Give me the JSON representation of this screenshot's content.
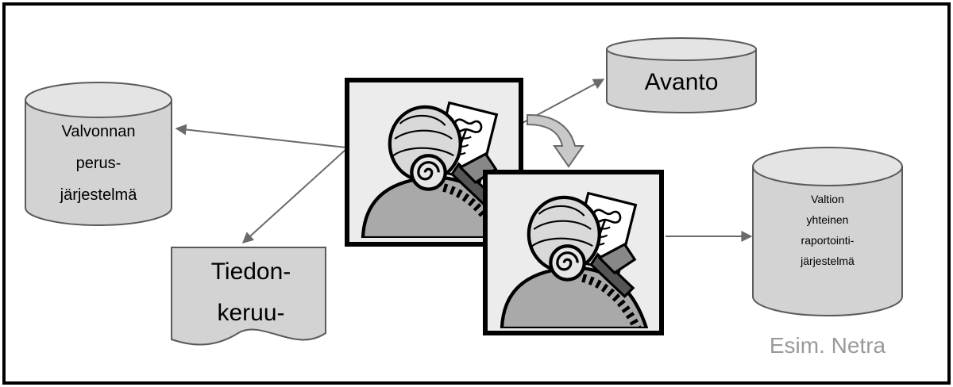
{
  "nodes": {
    "valvonnan": {
      "lines": [
        "Valvonnan",
        "perus-",
        "järjestelmä"
      ]
    },
    "avanto": {
      "label": "Avanto"
    },
    "valtion": {
      "lines": [
        "Valtion",
        "yhteinen",
        "raportointi-",
        "järjestelmä"
      ]
    },
    "tiedonkeruu": {
      "lines": [
        "Tiedon-",
        "keruu-"
      ]
    }
  },
  "caption": {
    "text": "Esim. Netra"
  },
  "colors": {
    "shape_fill": "#d3d3d3",
    "shape_stroke": "#5a5a5a",
    "arrow": "#6a6a6a",
    "caption": "#9a9a9a",
    "frame": "#000000"
  },
  "icons": [
    "person-with-document-clipart",
    "person-with-document-clipart",
    "curved-block-arrow"
  ]
}
